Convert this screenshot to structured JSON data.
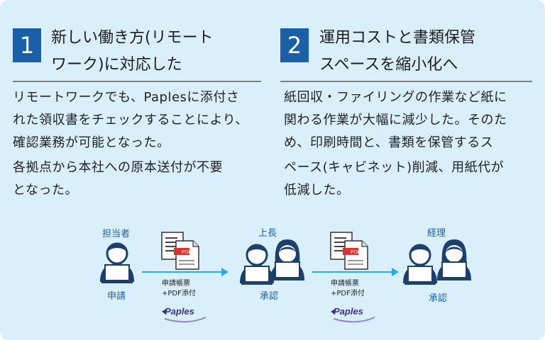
{
  "left": {
    "number": "1",
    "title_lines": [
      "新しい働き方(リモート",
      "ワーク)に対応した"
    ],
    "body_lines": [
      "リモートワークでも、Paplesに添付さ",
      "れた領収書をチェックすることにより、",
      "確認業務が可能となった。",
      "各拠点から本社への原本送付が不要",
      "となった。"
    ]
  },
  "right": {
    "number": "2",
    "title_lines": [
      "運用コストと書類保管",
      "スペースを縮小化へ"
    ],
    "body_lines": [
      "紙回収・ファイリングの作業など紙に",
      "関わる作業が大幅に減少した。そのた",
      "め、印刷時間と、書類を保管するス",
      "ペース(キャビネット)削減、用紙代が",
      "低減した。"
    ]
  },
  "flow": {
    "step1": {
      "role": "担当者",
      "action": "申請"
    },
    "step2": {
      "role": "上長",
      "action": "承認"
    },
    "step3": {
      "role": "経理",
      "action": "承認"
    },
    "doc_icon_label": "PDF",
    "transfer_lines": [
      "申請帳票",
      "+PDF添付"
    ],
    "product_logo": "Paples"
  },
  "colors": {
    "panel_bg": "#d9effb",
    "number_box": "#1a5fa8",
    "icon_navy": "#1c3f6e",
    "arrow": "#2ea6e8",
    "label_blue": "#1f5fa3",
    "pdf_red": "#d9342b"
  },
  "icons": {
    "person": "person-at-laptop-icon",
    "document": "pdf-document-icon",
    "arrow": "right-arrow-icon"
  }
}
